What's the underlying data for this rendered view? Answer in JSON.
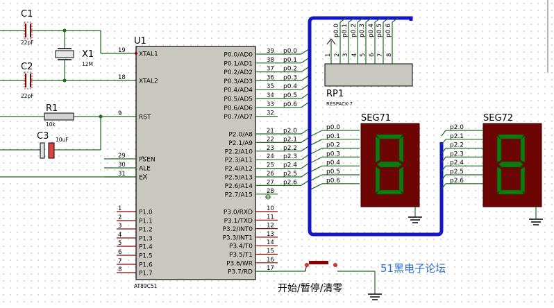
{
  "watermark": "51黑电子论坛",
  "button_label": "开始/暂停/清零",
  "components": {
    "c1": {
      "ref": "C1",
      "value": "22pF"
    },
    "c2": {
      "ref": "C2",
      "value": "22pF"
    },
    "c3": {
      "ref": "C3",
      "value": "10uF"
    },
    "x1": {
      "ref": "X1",
      "value": "12M"
    },
    "r1": {
      "ref": "R1",
      "value": "10k"
    },
    "u1": {
      "ref": "U1",
      "part": "AT89C51"
    },
    "rp1": {
      "ref": "RP1",
      "part": "RESPACK-7"
    },
    "seg71": {
      "ref": "SEG71"
    },
    "seg72": {
      "ref": "SEG72"
    }
  },
  "mcu": {
    "left_pins": [
      {
        "name": "XTAL1",
        "num": "19"
      },
      {
        "name": "XTAL2",
        "num": "18"
      },
      {
        "name": "RST",
        "num": "9"
      },
      {
        "name": "PSEN",
        "num": "29"
      },
      {
        "name": "ALE",
        "num": "30"
      },
      {
        "name": "EA",
        "num": "31"
      },
      {
        "name": "P1.0",
        "num": "1"
      },
      {
        "name": "P1.1",
        "num": "2"
      },
      {
        "name": "P1.2",
        "num": "3"
      },
      {
        "name": "P1.3",
        "num": "4"
      },
      {
        "name": "P1.4",
        "num": "5"
      },
      {
        "name": "P1.5",
        "num": "6"
      },
      {
        "name": "P1.6",
        "num": "7"
      },
      {
        "name": "P1.7",
        "num": "8"
      }
    ],
    "right_pins": [
      {
        "name": "P0.0/AD0",
        "num": "39",
        "net": "p0.0"
      },
      {
        "name": "P0.1/AD1",
        "num": "38",
        "net": "p0.1"
      },
      {
        "name": "P0.2/AD2",
        "num": "37",
        "net": "p0.2"
      },
      {
        "name": "P0.3/AD3",
        "num": "36",
        "net": "p0.3"
      },
      {
        "name": "P0.4/AD4",
        "num": "35",
        "net": "p0.4"
      },
      {
        "name": "P0.5/AD5",
        "num": "34",
        "net": "p0.5"
      },
      {
        "name": "P0.6/AD6",
        "num": "33",
        "net": "p0.6"
      },
      {
        "name": "P0.7/AD7",
        "num": "32",
        "net": ""
      },
      {
        "name": "P2.0/A8",
        "num": "21",
        "net": "p2.0"
      },
      {
        "name": "P2.1/A9",
        "num": "22",
        "net": "p2.1"
      },
      {
        "name": "P2.2/A10",
        "num": "23",
        "net": "p2.2"
      },
      {
        "name": "P2.3/A11",
        "num": "24",
        "net": "p2.3"
      },
      {
        "name": "P2.4/A12",
        "num": "25",
        "net": "p2.4"
      },
      {
        "name": "P2.5/A13",
        "num": "26",
        "net": "p2.5"
      },
      {
        "name": "P2.6/A14",
        "num": "27",
        "net": "p2.6"
      },
      {
        "name": "P2.7/A15",
        "num": "28",
        "net": ""
      },
      {
        "name": "P3.0/RXD",
        "num": "10",
        "net": ""
      },
      {
        "name": "P3.1/TXD",
        "num": "11",
        "net": ""
      },
      {
        "name": "P3.2/INT0",
        "num": "12",
        "net": ""
      },
      {
        "name": "P3.3/INT1",
        "num": "13",
        "net": ""
      },
      {
        "name": "P3.4/T0",
        "num": "14",
        "net": ""
      },
      {
        "name": "P3.5/T1",
        "num": "15",
        "net": ""
      },
      {
        "name": "P3.6/WR",
        "num": "16",
        "net": ""
      },
      {
        "name": "P3.7/RD",
        "num": "17",
        "net": ""
      }
    ]
  },
  "respack_pins": [
    "1",
    "2",
    "3",
    "4",
    "5",
    "6",
    "7",
    "8"
  ],
  "respack_nets": [
    "p0.0",
    "p0.1",
    "p0.2",
    "p0.3",
    "p0.4",
    "p0.5",
    "p0.6"
  ],
  "seg71_nets": [
    "p0.0",
    "p0.1",
    "p0.2",
    "p0.3",
    "p0.4",
    "p0.5",
    "p0.6"
  ],
  "seg72_nets": [
    "p2.0",
    "p2.1",
    "p2.2",
    "p2.3",
    "p2.4",
    "p2.5",
    "p2.6"
  ],
  "colors": {
    "wire": "#1a6b1a",
    "bus": "#1414c8",
    "part_border": "#8b0000",
    "chip_fill": "#c9c8c0",
    "display_bg": "#6e0505",
    "segment": "#0f7a0f",
    "pin_red": "#8b0000",
    "watermark": "#2f6fd6"
  }
}
